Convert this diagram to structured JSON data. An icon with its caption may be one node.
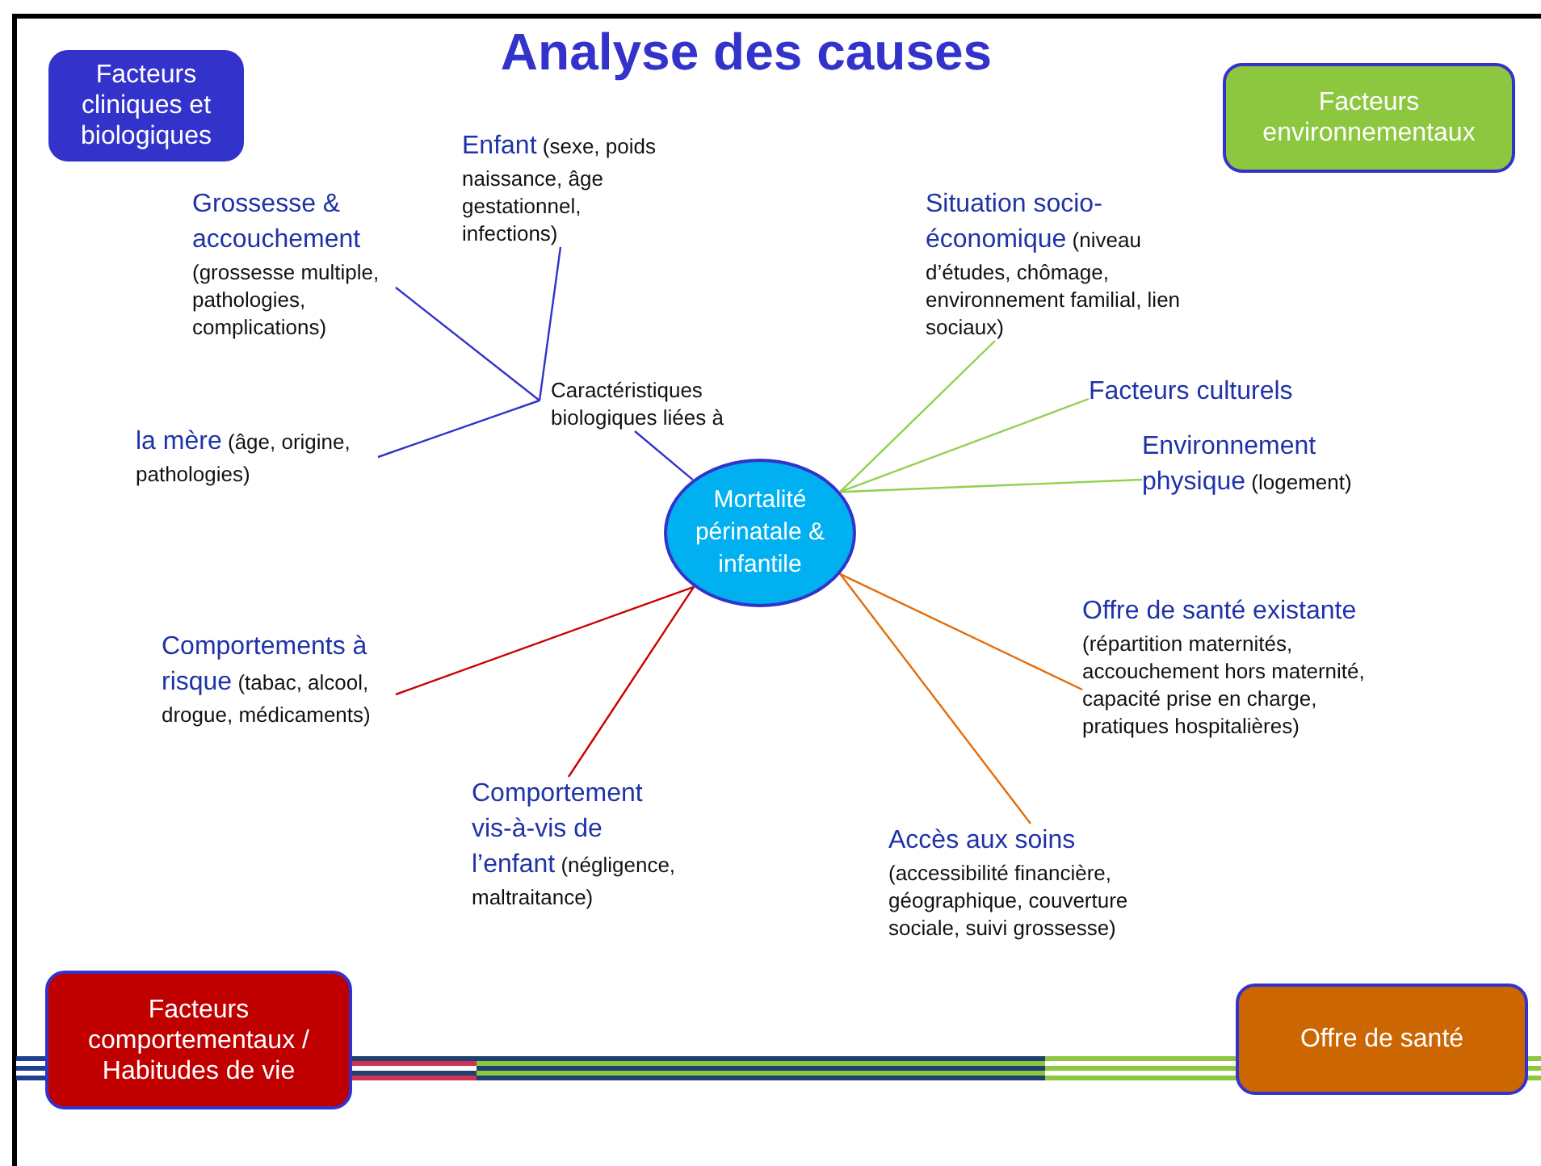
{
  "diagram": {
    "title": "Analyse des causes",
    "nodes": [
      {
        "text": [
          "Facteurs cliniques et biologiques"
        ]
      },
      {
        "text": [
          "Facteurs environnementaux"
        ]
      },
      {
        "text": [
          "Enfant",
          "(sexe, poids naissance, âge gestationnel, infections)"
        ]
      },
      {
        "text": [
          "Grossesse & accouchement",
          "(grossesse multiple, pathologies, complications)"
        ]
      },
      {
        "text": [
          "Situation socio-économique",
          "(niveau d’études, chômage, environnement familial, lien sociaux)"
        ]
      },
      {
        "text": [
          "Caractéristiques biologiques liées à"
        ]
      },
      {
        "text": [
          "Facteurs culturels"
        ]
      },
      {
        "text": [
          "la mère",
          "(âge, origine, pathologies)"
        ]
      },
      {
        "text": [
          "Environnement physique",
          "(logement)"
        ]
      },
      {
        "text": [
          "Mortalité périnatale & infantile"
        ]
      },
      {
        "text": [
          "Offre de santé existante",
          "(répartition maternités, accouchement hors maternité, capacité prise en charge, pratiques hospitalières)"
        ]
      },
      {
        "text": [
          "Comportements à risque",
          "(tabac, alcool, drogue, médicaments)"
        ]
      },
      {
        "text": [
          "Comportement vis-à-vis de l’enfant",
          "(négligence, maltraitance)"
        ]
      },
      {
        "text": [
          "Accès aux soins",
          "(accessibilité financière, géographique, couverture sociale, suivi grossesse)"
        ]
      },
      {
        "text": [
          "Facteurs comportementaux / Habitudes de vie"
        ]
      },
      {
        "text": [
          "Offre de santé"
        ]
      }
    ],
    "edges": [
      {
        "from": 3,
        "to": 5,
        "arrow": "none"
      },
      {
        "from": 2,
        "to": 5,
        "arrow": "none"
      },
      {
        "from": 7,
        "to": 5,
        "arrow": "none"
      },
      {
        "from": 5,
        "to": 9,
        "arrow": "none"
      },
      {
        "from": 9,
        "to": 4,
        "arrow": "none",
        "color": "#92d050"
      },
      {
        "from": 9,
        "to": 6,
        "arrow": "none",
        "color": "#92d050"
      },
      {
        "from": 9,
        "to": 8,
        "arrow": "none",
        "color": "#92d050"
      },
      {
        "from": 9,
        "to": 10,
        "arrow": "none",
        "color": "#e36c09"
      },
      {
        "from": 9,
        "to": 13,
        "arrow": "none",
        "color": "#e36c09"
      },
      {
        "from": 9,
        "to": 11,
        "arrow": "none",
        "color": "#cc0000"
      },
      {
        "from": 9,
        "to": 12,
        "arrow": "none",
        "color": "#cc0000"
      }
    ]
  }
}
